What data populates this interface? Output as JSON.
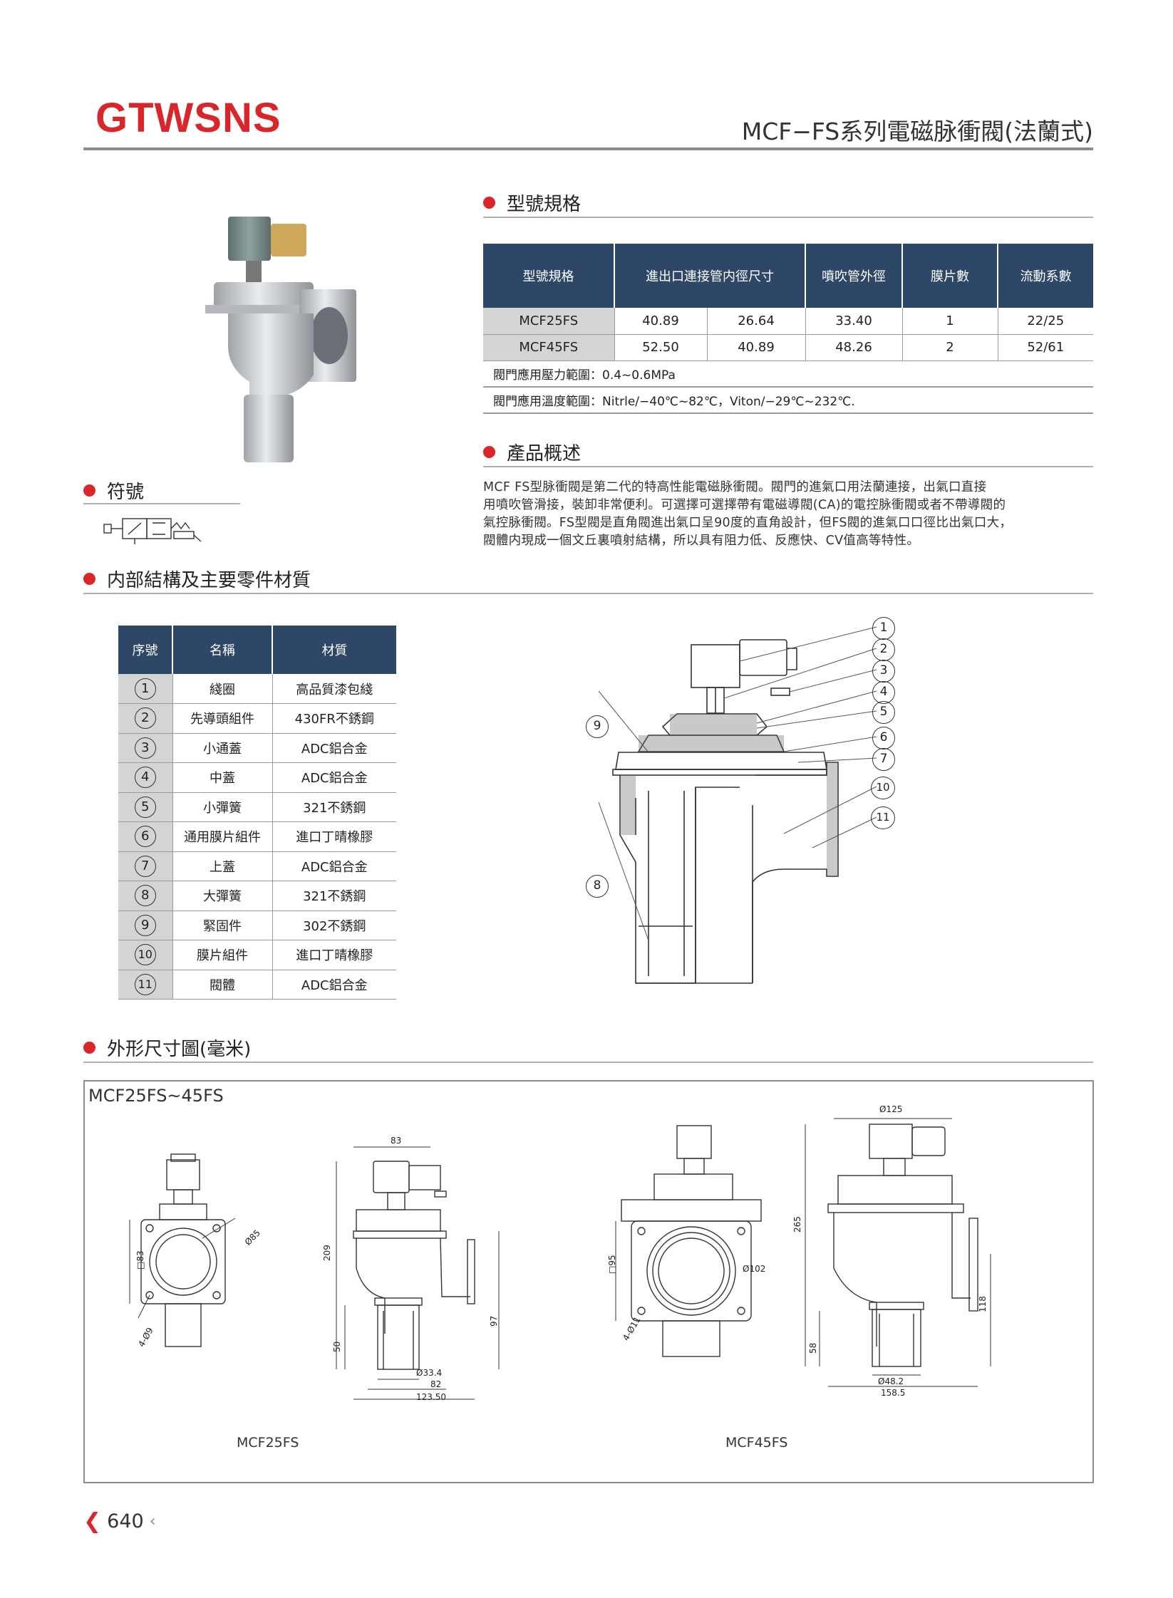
{
  "header": {
    "brand": "GTWSNS",
    "title": "MCF−FS系列電磁脉衝閥(法蘭式)"
  },
  "sections": {
    "spec": "型號規格",
    "overview": "產品概述",
    "symbol": "符號",
    "structure": "内部結構及主要零件材質",
    "dimensions": "外形尺寸圖(毫米)"
  },
  "spec_table": {
    "headers": [
      "型號規格",
      "進出口連接管内徑尺寸",
      "噴吹管外徑",
      "膜片數",
      "流動系數"
    ],
    "rows": [
      [
        "MCF25FS",
        "40.89",
        "26.64",
        "33.40",
        "1",
        "22/25"
      ],
      [
        "MCF45FS",
        "52.50",
        "40.89",
        "48.26",
        "2",
        "52/61"
      ]
    ],
    "pressure_note": "閥門應用壓力範圍：0.4~0.6MPa",
    "temperature_note": "閥門應用溫度範圍：Nitrle/−40℃~82℃，Viton/−29℃~232℃."
  },
  "overview": {
    "lines": [
      "MCF FS型脉衝閥是第二代的特高性能電磁脉衝閥。閥門的進氣口用法蘭連接，出氣口直接",
      "用噴吹管滑接，裝卸非常便利。可選擇可選擇帶有電磁導閥(CA)的電控脉衝閥或者不帶導閥的",
      "氣控脉衝閥。FS型閥是直角閥進出氣口呈90度的直角設計，但FS閥的進氣口口徑比出氣口大，",
      "閥體内現成一個文丘裏噴射結構，所以具有阻力低、反應快、CV值高等特性。"
    ]
  },
  "parts_table": {
    "headers": [
      "序號",
      "名稱",
      "材質"
    ],
    "rows": [
      {
        "num": "1",
        "name": "綫圈",
        "material": "高品質漆包綫"
      },
      {
        "num": "2",
        "name": "先導頭組件",
        "material": "430FR不銹鋼"
      },
      {
        "num": "3",
        "name": "小通蓋",
        "material": "ADC鋁合金"
      },
      {
        "num": "4",
        "name": "中蓋",
        "material": "ADC鋁合金"
      },
      {
        "num": "5",
        "name": "小彈簧",
        "material": "321不銹鋼"
      },
      {
        "num": "6",
        "name": "通用膜片組件",
        "material": "進口丁晴橡膠"
      },
      {
        "num": "7",
        "name": "上蓋",
        "material": "ADC鋁合金"
      },
      {
        "num": "8",
        "name": "大彈簧",
        "material": "321不銹鋼"
      },
      {
        "num": "9",
        "name": "緊固件",
        "material": "302不銹鋼"
      },
      {
        "num": "10",
        "name": "膜片組件",
        "material": "進口丁晴橡膠"
      },
      {
        "num": "11",
        "name": "閥體",
        "material": "ADC鋁合金"
      }
    ]
  },
  "callouts": [
    "1",
    "2",
    "3",
    "4",
    "5",
    "6",
    "7",
    "8",
    "9",
    "10",
    "11"
  ],
  "dimensions": {
    "range_label": "MCF25FS~45FS",
    "mcf25": {
      "caption": "MCF25FS",
      "d_flange": "Ø85",
      "sq": "□83",
      "holes": "4-Ø9",
      "width_top": "83",
      "height": "209",
      "pipe_len": "50",
      "inlet_h": "97",
      "pipe_d": "Ø33.4",
      "w82": "82",
      "w_total": "123.50"
    },
    "mcf45": {
      "caption": "MCF45FS",
      "sq": "□95",
      "d_flange": "Ø102",
      "holes": "4-Ø11",
      "d_top": "Ø125",
      "height": "265",
      "pipe_len": "58",
      "inlet_h": "118",
      "pipe_d": "Ø48.2",
      "w_total": "158.5"
    }
  },
  "footer": {
    "page": "640"
  }
}
